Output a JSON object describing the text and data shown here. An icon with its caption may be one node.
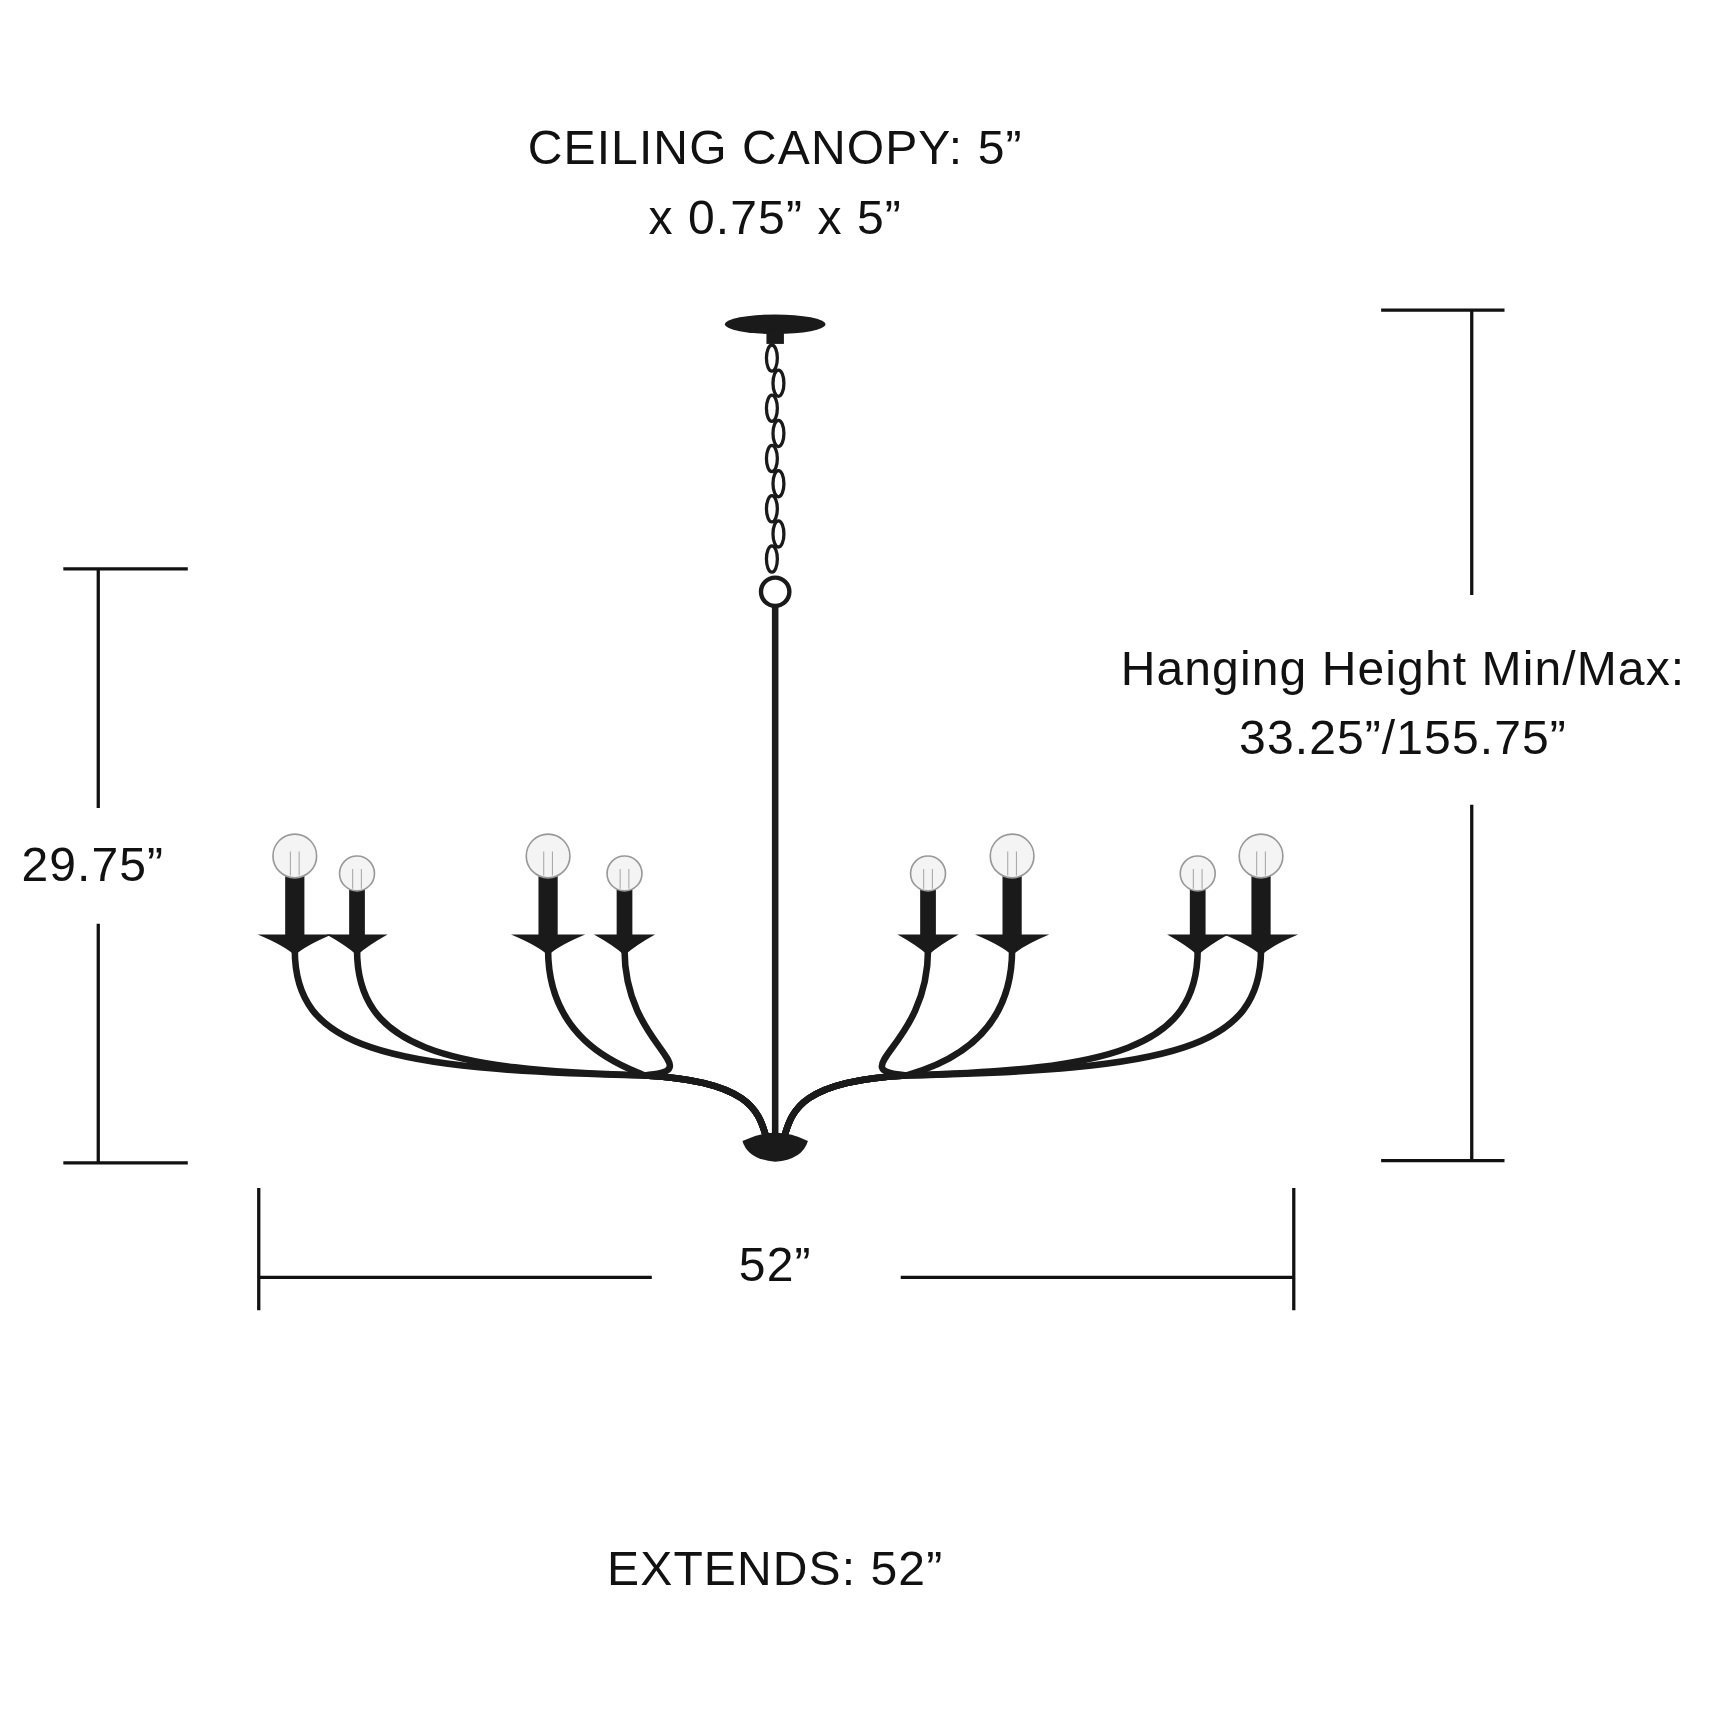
{
  "diagram": {
    "labels": [
      "CEILING CANOPY: 5” x 0.75” x 5”",
      "Hanging Height Min/Max: 33.25”/155.75”",
      "29.75”",
      "52”",
      "EXTENDS: 52”"
    ]
  }
}
